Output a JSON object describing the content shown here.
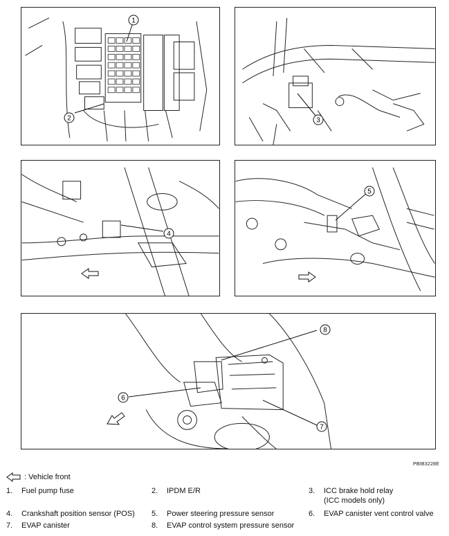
{
  "figure_code": "PBIB3228E",
  "legend": {
    "front_label": ": Vehicle front",
    "icon": "vehicle-front-arrow-icon"
  },
  "callouts": [
    "1",
    "2",
    "3",
    "4",
    "5",
    "6",
    "7",
    "8"
  ],
  "items": [
    {
      "num": "1.",
      "text": "Fuel pump fuse",
      "sub": ""
    },
    {
      "num": "2.",
      "text": "IPDM E/R",
      "sub": ""
    },
    {
      "num": "3.",
      "text": "ICC brake hold relay",
      "sub": "(ICC models only)"
    },
    {
      "num": "4.",
      "text": "Crankshaft position sensor (POS)",
      "sub": ""
    },
    {
      "num": "5.",
      "text": "Power steering pressure sensor",
      "sub": ""
    },
    {
      "num": "6.",
      "text": "EVAP canister vent control valve",
      "sub": ""
    },
    {
      "num": "7.",
      "text": "EVAP canister",
      "sub": ""
    },
    {
      "num": "8.",
      "text": "EVAP control system pressure sensor",
      "sub": ""
    }
  ]
}
